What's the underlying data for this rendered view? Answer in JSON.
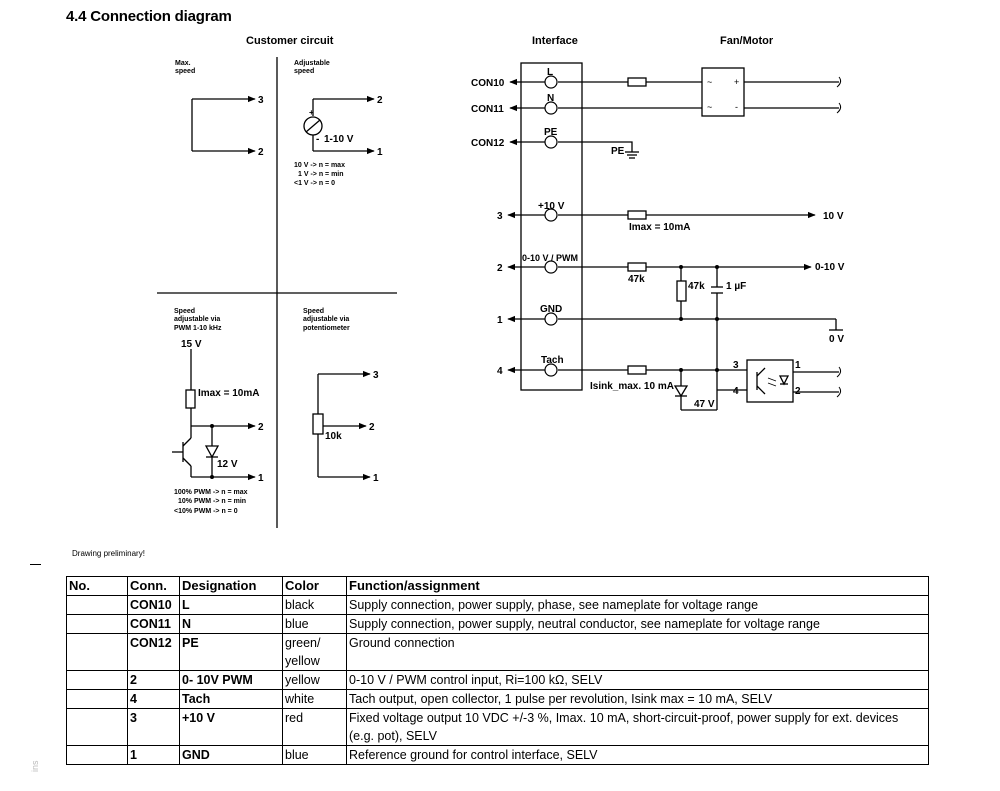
{
  "heading": "4.4 Connection diagram",
  "customer": {
    "title": "Customer circuit",
    "q1": {
      "label1": "Max.",
      "label2": "speed",
      "t3": "3",
      "t2": "2"
    },
    "q2": {
      "label1": "Adjustable",
      "label2": "speed",
      "t2": "2",
      "t1": "1",
      "plus": "+",
      "minus": "-",
      "voltage": "1-10 V",
      "notes": [
        "10 V -> n = max",
        "1 V -> n = min",
        "<1 V -> n = 0"
      ]
    },
    "q3": {
      "label1": "Speed",
      "label2": "adjustable via",
      "label3": "PWM 1-10 kHz",
      "v15": "15 V",
      "imax": "Imax = 10mA",
      "t2": "2",
      "t1": "1",
      "v12": "12 V",
      "notes": [
        "100% PWM -> n = max",
        "10% PWM -> n = min",
        "<10% PWM -> n = 0"
      ]
    },
    "q4": {
      "label1": "Speed",
      "label2": "adjustable via",
      "label3": "potentiometer",
      "t3": "3",
      "t2": "2",
      "t1": "1",
      "r10k": "10k"
    }
  },
  "interface": {
    "title": "Interface",
    "fan_title": "Fan/Motor",
    "con10": "CON10",
    "con11": "CON11",
    "con12": "CON12",
    "pin_L": "L",
    "pin_N": "N",
    "pin_PE": "PE",
    "pe_ground": "PE",
    "p10v": "+10 V",
    "p010": "0-10 V / PWM",
    "pgnd": "GND",
    "ptach": "Tach",
    "ext3": "3",
    "ext2": "2",
    "ext1": "1",
    "ext4": "4",
    "out10v": "10 V",
    "out010": "0-10 V",
    "out0v": "0 V",
    "imax": "Imax = 10mA",
    "r47k_a": "47k",
    "r47k_b": "47k",
    "c1uf": "1 µF",
    "isink": "Isink_max. 10 mA",
    "z47v": "47 V",
    "opto3": "3",
    "opto4": "4",
    "opto1": "1",
    "opto2": "2",
    "box_tl": "~",
    "box_tr": "+",
    "box_bl": "~",
    "box_br": "-"
  },
  "note": "Drawing preliminary!",
  "side_mark": "ins",
  "table": {
    "headers": [
      "No.",
      "Conn.",
      "Designation",
      "Color",
      "Function/assignment"
    ],
    "rows": [
      {
        "no": "",
        "conn": "CON10",
        "des": "L",
        "color": "black",
        "func": "Supply connection, power supply, phase, see nameplate for voltage range"
      },
      {
        "no": "",
        "conn": "CON11",
        "des": "N",
        "color": "blue",
        "func": "Supply connection, power supply, neutral conductor, see nameplate for voltage range"
      },
      {
        "no": "",
        "conn": "CON12",
        "des": "PE",
        "color": "green/\nyellow",
        "func": "Ground connection"
      },
      {
        "no": "",
        "conn": "2",
        "des": "0- 10V PWM",
        "color": "yellow",
        "func": "0-10 V / PWM control input, Ri=100 kΩ, SELV"
      },
      {
        "no": "",
        "conn": "4",
        "des": "Tach",
        "color": "white",
        "func": "Tach output, open collector, 1 pulse per revolution, Isink max = 10 mA, SELV"
      },
      {
        "no": "",
        "conn": "3",
        "des": "+10 V",
        "color": "red",
        "func": "Fixed voltage output 10 VDC +/-3 %, Imax. 10 mA, short-circuit-proof, power supply for ext. devices (e.g. pot), SELV"
      },
      {
        "no": "",
        "conn": "1",
        "des": "GND",
        "color": "blue",
        "func": "Reference ground for control interface, SELV"
      }
    ]
  }
}
